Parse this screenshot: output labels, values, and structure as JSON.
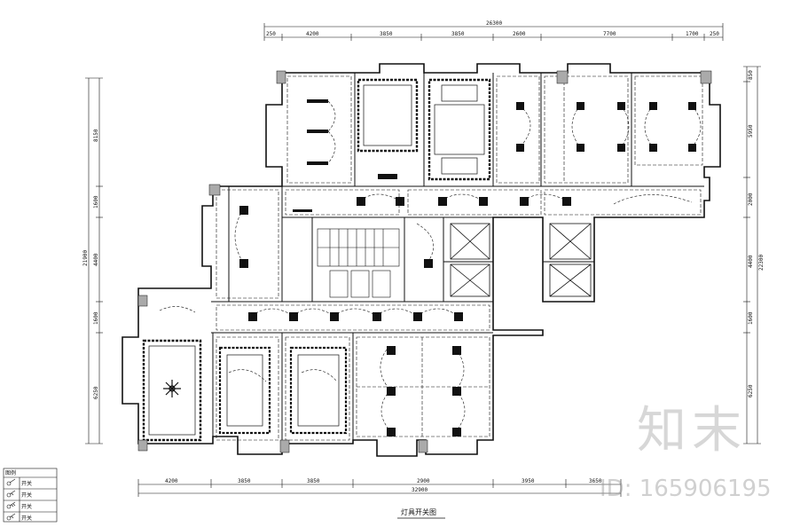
{
  "dims": {
    "overall_top": "26300",
    "top": [
      "250",
      "4200",
      "3850",
      "3850",
      "2600",
      "7700",
      "1700",
      "250"
    ],
    "bottom": [
      "4200",
      "3850",
      "3850",
      "2900",
      "3950",
      "3650"
    ],
    "bottom_total": "32900",
    "left": [
      "8150",
      "1600",
      "4400",
      "1600",
      "6250"
    ],
    "left_total": "21900",
    "right": [
      "850",
      "5950",
      "2000",
      "4400",
      "1600",
      "6250"
    ],
    "right_total": "22300"
  },
  "legend": {
    "title": "图例",
    "rows": [
      "开关",
      "开关",
      "开关",
      "开关"
    ]
  },
  "drawing_title": "灯具开关图",
  "watermark": {
    "brand": "知末",
    "id": "ID: 165906195"
  }
}
